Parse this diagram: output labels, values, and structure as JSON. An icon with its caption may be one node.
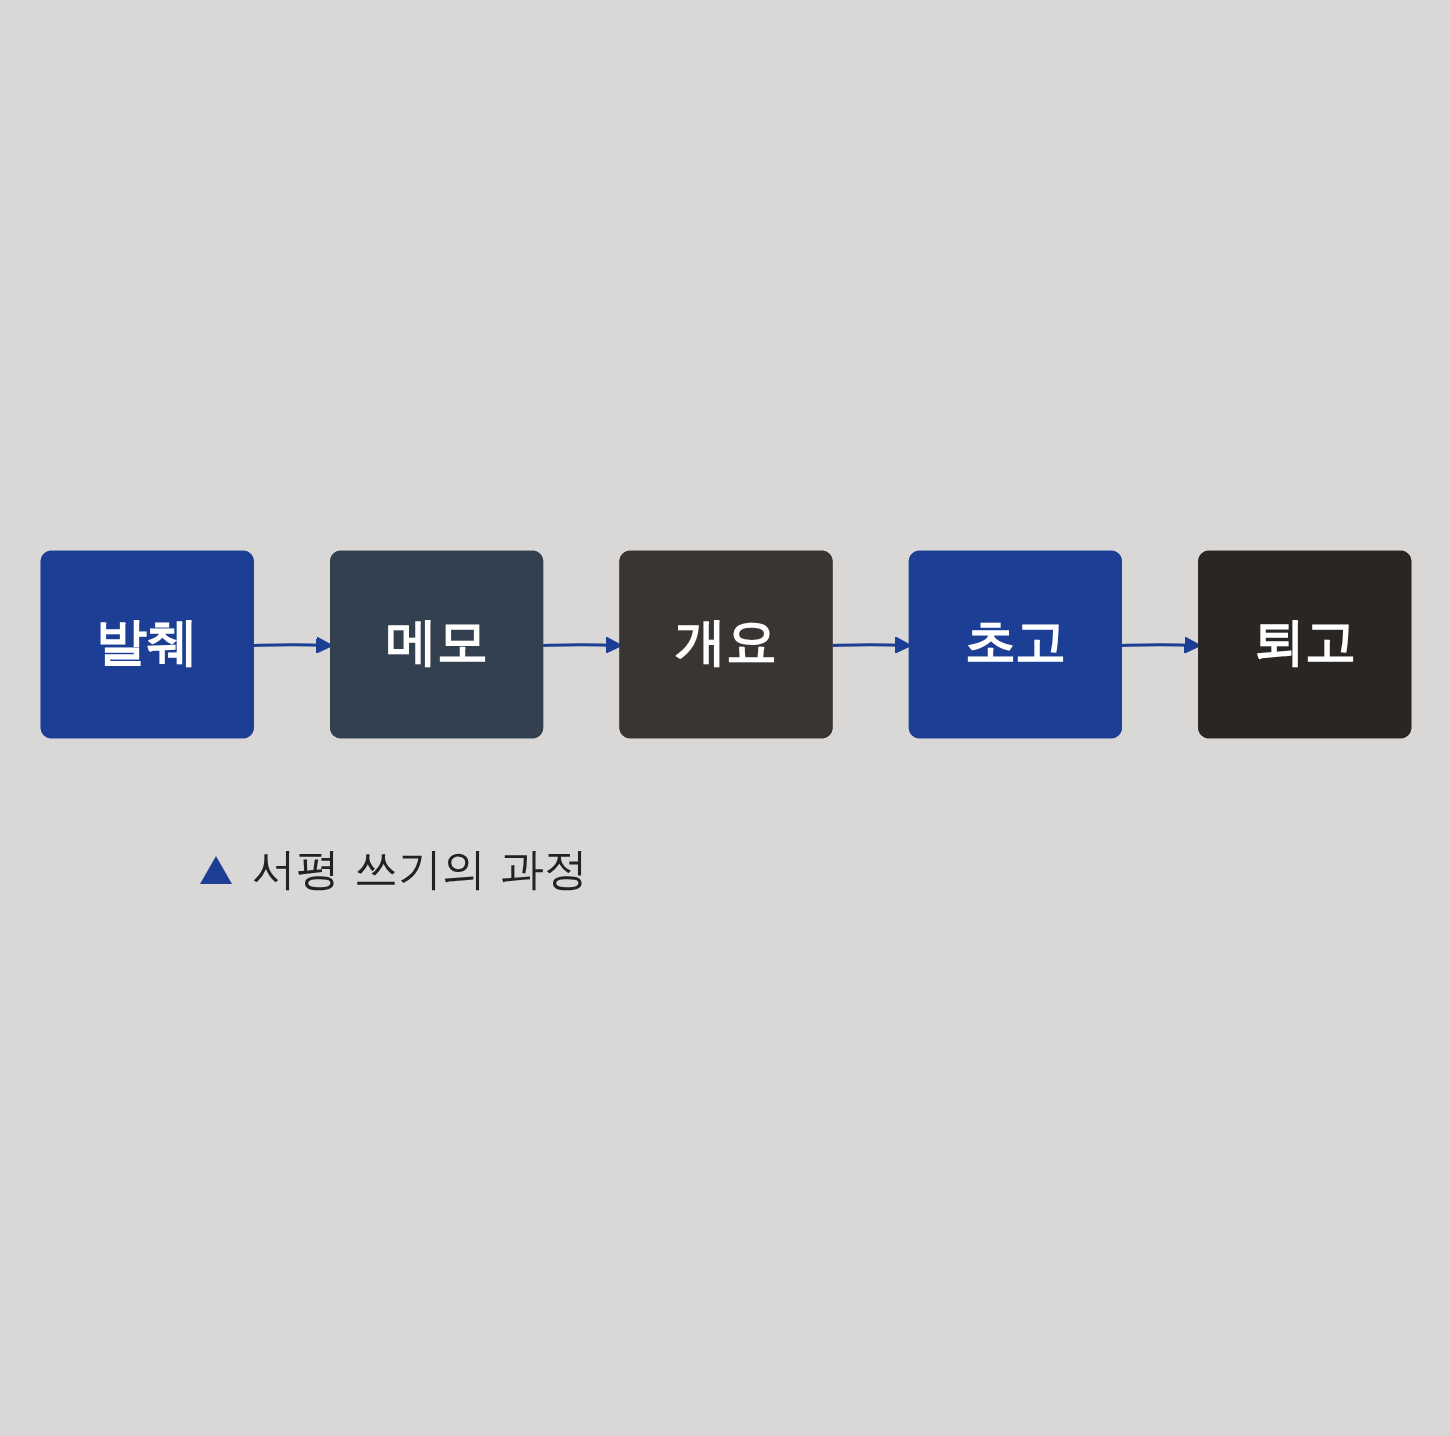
{
  "diagram": {
    "caption": "서평 쓰기의 과정",
    "nodes": [
      {
        "text": [
          "발췌"
        ]
      },
      {
        "text": [
          "메모"
        ]
      },
      {
        "text": [
          "개요"
        ]
      },
      {
        "text": [
          "초고"
        ]
      },
      {
        "text": [
          "퇴고"
        ]
      }
    ],
    "edges": [
      {
        "from": 0,
        "to": 1,
        "arrow": "to"
      },
      {
        "from": 1,
        "to": 2,
        "arrow": "to"
      },
      {
        "from": 2,
        "to": 3,
        "arrow": "to"
      },
      {
        "from": 3,
        "to": 4,
        "arrow": "to"
      }
    ]
  }
}
